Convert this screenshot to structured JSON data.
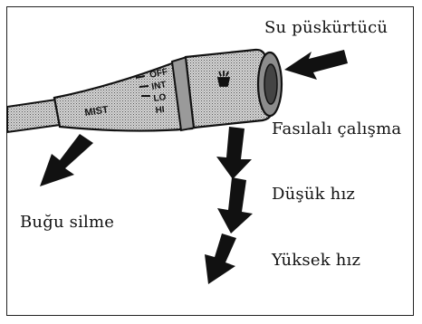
{
  "lever": {
    "positions": [
      "OFF",
      "INT",
      "LO",
      "HI"
    ],
    "mist": "MIST"
  },
  "labels": {
    "washer": "Su püskürtücü",
    "intermittent": "Fasılalı çalışma",
    "low_speed": "Düşük hız",
    "high_speed": "Yüksek hız",
    "mist": "Buğu silme"
  },
  "colors": {
    "ink": "#111111",
    "lever_fill": "#c8c8c8"
  }
}
